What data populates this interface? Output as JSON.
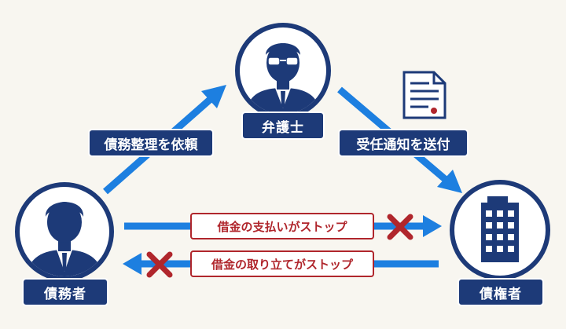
{
  "nodes": {
    "lawyer": "弁護士",
    "debtor": "債務者",
    "creditor": "債権者"
  },
  "arrows": {
    "request": "債務整理を依頼",
    "notice": "受任通知を送付"
  },
  "blocked": {
    "payment": "借金の支払いがストップ",
    "collection": "借金の取り立てがストップ"
  },
  "colors": {
    "navy": "#1d3a78",
    "arrow_blue": "#1d7fe0",
    "stop_red": "#b0262c",
    "background": "#f8f6f0"
  }
}
